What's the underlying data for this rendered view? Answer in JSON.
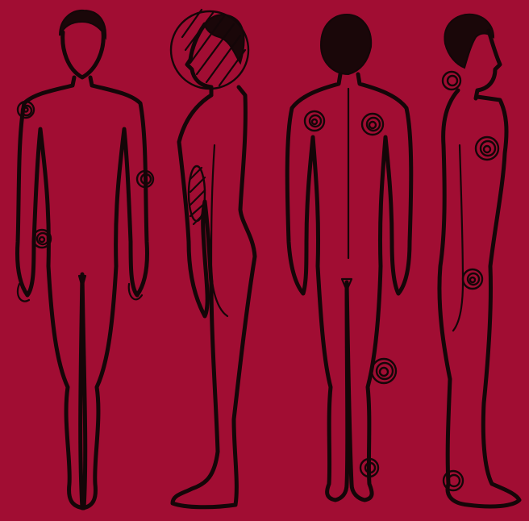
{
  "colors": {
    "background": "#a10d33",
    "ink": "#140608"
  },
  "figures": [
    {
      "view": "front",
      "marks": [
        {
          "region": "right-shoulder",
          "icon": "scribble-circle-icon"
        },
        {
          "region": "left-arm",
          "icon": "scribble-circle-icon"
        },
        {
          "region": "right-hip",
          "icon": "scribble-circle-icon"
        }
      ]
    },
    {
      "view": "side-left",
      "marks": [
        {
          "region": "head",
          "icon": "hatched-circle-icon"
        },
        {
          "region": "abdomen",
          "icon": "hatched-stripe-icon"
        }
      ]
    },
    {
      "view": "back",
      "marks": [
        {
          "region": "left-shoulder-blade",
          "icon": "scribble-circle-icon"
        },
        {
          "region": "right-shoulder-blade",
          "icon": "scribble-circle-icon"
        },
        {
          "region": "right-calf",
          "icon": "scribble-circle-icon"
        },
        {
          "region": "right-ankle",
          "icon": "scribble-circle-icon"
        }
      ]
    },
    {
      "view": "side-right",
      "marks": [
        {
          "region": "back-of-neck",
          "icon": "scribble-circle-icon"
        },
        {
          "region": "chest",
          "icon": "scribble-circle-icon"
        },
        {
          "region": "forearm",
          "icon": "scribble-circle-icon"
        },
        {
          "region": "heel",
          "icon": "scribble-circle-icon"
        }
      ]
    }
  ]
}
